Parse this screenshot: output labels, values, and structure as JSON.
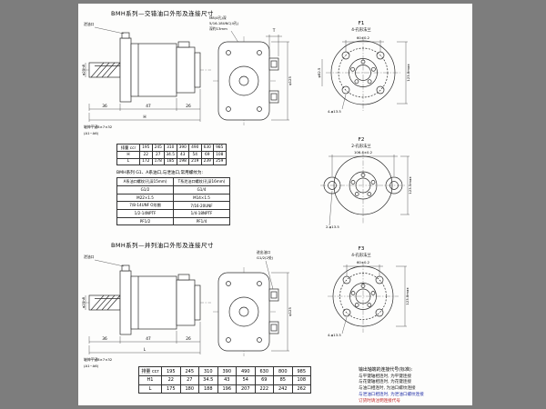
{
  "viewer": {
    "background": "#7d7d7d",
    "paper": "#fdfdfc"
  },
  "section1": {
    "title": "BMH系列—交错油口外形及连接尺寸",
    "side_view": {
      "drain_port": "泄油口",
      "shaft_dia": "φ25h8",
      "key_note": "轴伸平键8×7×32",
      "key_range": "(A1~A6)",
      "dim_shaft": "36",
      "dim_body": "47",
      "dim_rear": "26",
      "dim_overall": "H"
    },
    "rear_view": {
      "note1": "M8(4孔)深",
      "note2": "5/16-18UNC(4孔)",
      "note3": "深约13mm",
      "dim_T": "T",
      "dim_dia": "φ125"
    },
    "f1": {
      "id": "F1",
      "name": "4-孔形法兰",
      "dim_top": "60±0.2",
      "dim_left": "φ82.5",
      "dim_right": "123.8max",
      "holes": "4-φ13.5"
    },
    "f2": {
      "id": "F2",
      "name": "2-孔形法兰",
      "dim_top": "106.4±0.2",
      "dim_left": "φ82.5",
      "dim_right": "123.5max",
      "holes": "2-φ13.5"
    }
  },
  "table1": {
    "rows": [
      [
        "排量 ccr",
        "195",
        "245",
        "310",
        "390",
        "490",
        "630",
        "985"
      ],
      [
        "H",
        "22",
        "27",
        "34.5",
        "43",
        "54",
        "69",
        "108"
      ],
      [
        "L",
        "172",
        "178",
        "185",
        "198",
        "219",
        "239",
        "259"
      ]
    ]
  },
  "threads": {
    "intro": "BMH系列 G1、A系油口,与泄油口,常用螺纹为:",
    "rows": [
      [
        "A系油口螺纹(孔深15mm)",
        "T系泄油口螺纹(孔深16mm)"
      ],
      [
        "G1/2",
        "G1/4"
      ],
      [
        "M22×1.5",
        "M14×1.5"
      ],
      [
        "7/8-14UNF O形圈",
        "7/16-20UNF"
      ],
      [
        "1/2-14NPTF",
        "1/4-18NPTF"
      ],
      [
        "PF1/2",
        "PF1/4"
      ]
    ]
  },
  "section2": {
    "title": "BMH系列—并列油口外形及连接尺寸",
    "side_view": {
      "drain_port": "泄油口",
      "shaft_dia": "φ25h8",
      "key_note": "轴伸平键8×7×32",
      "key_range": "(A1~A6)",
      "dim_shaft": "36",
      "dim_body": "47",
      "dim_rear": "26",
      "dim_overall": "L"
    },
    "rear_view": {
      "note1": "进出油口",
      "note2": "G1/2(2处)",
      "note3": "",
      "dim_T": "T",
      "dim_dia": "φ125"
    },
    "f3": {
      "id": "F3",
      "name": "4-孔形法兰",
      "dim_top": "60±0.2",
      "dim_left": "φ82.5",
      "dim_right": "123.8max",
      "holes": "4-φ13.5"
    }
  },
  "table2": {
    "rows": [
      [
        "排量 ccr",
        "195",
        "245",
        "310",
        "390",
        "490",
        "630",
        "800",
        "985"
      ],
      [
        "H1",
        "22",
        "27",
        "34.5",
        "43",
        "54",
        "69",
        "85",
        "108"
      ],
      [
        "L",
        "175",
        "180",
        "188",
        "196",
        "207",
        "222",
        "242",
        "262"
      ]
    ]
  },
  "notes": {
    "title": "输出轴端的连接代号(标准):",
    "lines": [
      {
        "text": "与平键轴相连时, 为平键连接",
        "color": "#1c1c1c"
      },
      {
        "text": "与花键轴相连时, 为花键连接",
        "color": "#1c1c1c"
      },
      {
        "text": "与油口相连时, 为油口螺纹连接",
        "color": "#1c1c1c"
      },
      {
        "text": "与泄油口相连时, 为泄油口螺纹连接",
        "color": "#2230a8"
      },
      {
        "text": "订货时请注明连接代号",
        "color": "#c22222"
      }
    ]
  }
}
